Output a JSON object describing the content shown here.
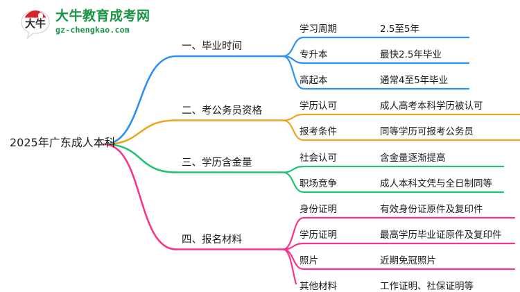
{
  "logo": {
    "mark_label": "大牛",
    "brand_cn": "大牛教育成考网",
    "brand_url": "gz-chengkao.com",
    "brand_color": "#1a9545",
    "mark_accent_color": "#d7262b"
  },
  "mindmap": {
    "root": {
      "label": "2025年广东成人本科"
    },
    "branches": [
      {
        "label": "一、毕业时间",
        "color": "#2e90f0",
        "children": [
          {
            "label": "学习周期",
            "value": "2.5至5年"
          },
          {
            "label": "专升本",
            "value": "最快2.5年毕业"
          },
          {
            "label": "高起本",
            "value": "通常4至5年毕业"
          }
        ]
      },
      {
        "label": "二、考公务员资格",
        "color": "#efa521",
        "children": [
          {
            "label": "学历认可",
            "value": "成人高考本科学历被认可"
          },
          {
            "label": "报考条件",
            "value": "同等学历可报考公务员"
          }
        ]
      },
      {
        "label": "三、学历含金量",
        "color": "#1fc473",
        "children": [
          {
            "label": "社会认可",
            "value": "含金量逐渐提高"
          },
          {
            "label": "职场竞争",
            "value": "成人本科文凭与全日制同等"
          }
        ]
      },
      {
        "label": "四、报名材料",
        "color": "#f7358a",
        "children": [
          {
            "label": "身份证明",
            "value": "有效身份证原件及复印件"
          },
          {
            "label": "学历证明",
            "value": "最高学历毕业证原件及复印件"
          },
          {
            "label": "照片",
            "value": "近期免冠照片"
          },
          {
            "label": "其他材料",
            "value": "工作证明、社保证明等"
          }
        ]
      }
    ]
  }
}
